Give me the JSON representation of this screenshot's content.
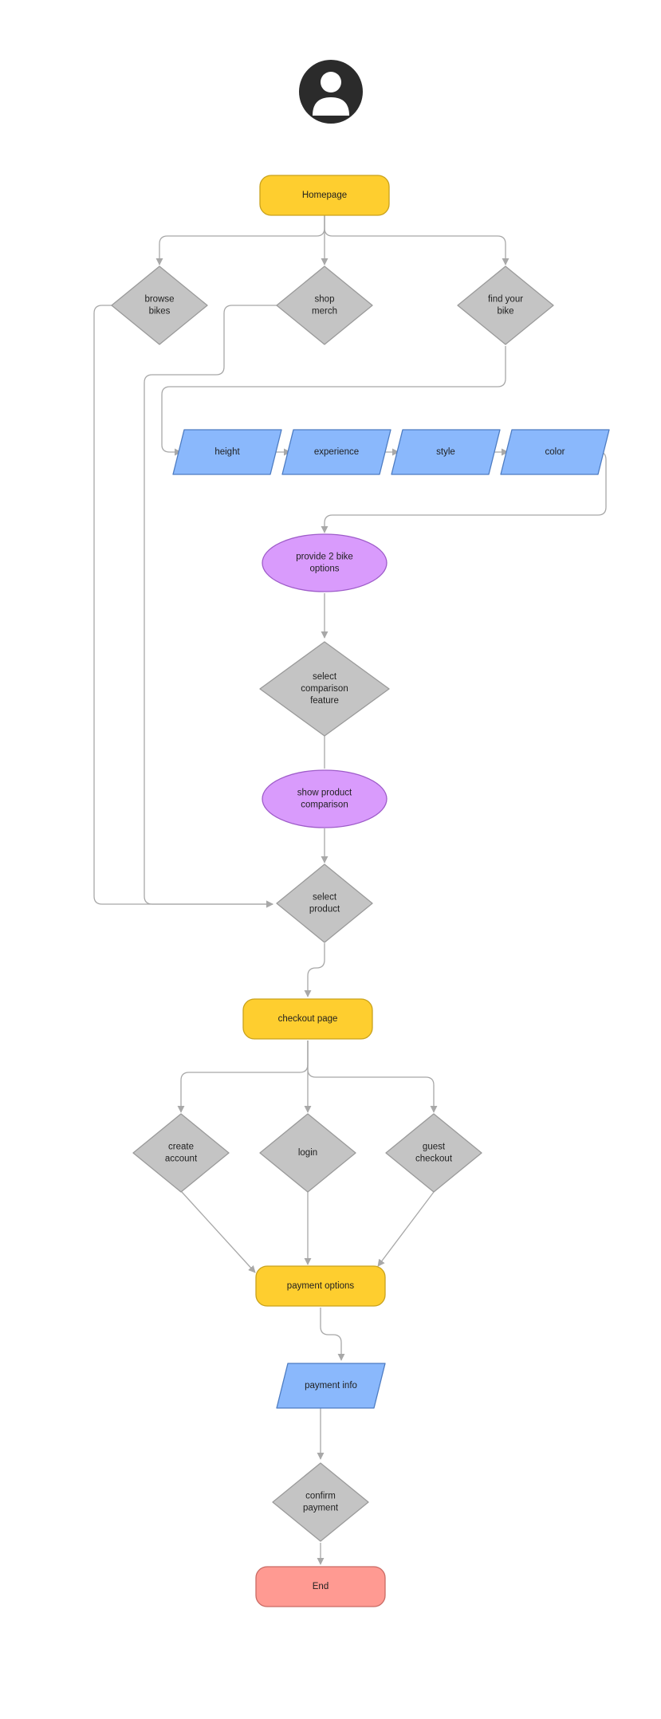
{
  "flowchart": {
    "colors": {
      "terminal": "#FECE2F",
      "terminal_stroke": "#C9A21C",
      "decision": "#C4C4C4",
      "decision_stroke": "#9A9A9A",
      "io": "#8AB8FC",
      "io_stroke": "#4E7CC2",
      "process": "#D99BFC",
      "process_stroke": "#9E5CC9",
      "end": "#FF9A92",
      "end_stroke": "#C96B64",
      "connector": "#A8A8A8",
      "user_icon": "#2B2B2B"
    },
    "icon": "user-avatar-icon",
    "nodes": {
      "homepage": {
        "shape": "terminal",
        "lines": [
          "Homepage"
        ]
      },
      "browse_bikes": {
        "shape": "decision",
        "lines": [
          "browse",
          "bikes"
        ]
      },
      "shop_merch": {
        "shape": "decision",
        "lines": [
          "shop",
          "merch"
        ]
      },
      "find_your_bike": {
        "shape": "decision",
        "lines": [
          "find your",
          "bike"
        ]
      },
      "height": {
        "shape": "io",
        "lines": [
          "height"
        ]
      },
      "experience": {
        "shape": "io",
        "lines": [
          "experience"
        ]
      },
      "style": {
        "shape": "io",
        "lines": [
          "style"
        ]
      },
      "color": {
        "shape": "io",
        "lines": [
          "color"
        ]
      },
      "provide_options": {
        "shape": "process",
        "lines": [
          "provide 2 bike",
          "options"
        ]
      },
      "select_comparison": {
        "shape": "decision",
        "lines": [
          "select",
          "comparison",
          "feature"
        ]
      },
      "show_comparison": {
        "shape": "process",
        "lines": [
          "show product",
          "comparison"
        ]
      },
      "select_product": {
        "shape": "decision",
        "lines": [
          "select",
          "product"
        ]
      },
      "checkout_page": {
        "shape": "terminal",
        "lines": [
          "checkout page"
        ]
      },
      "create_account": {
        "shape": "decision",
        "lines": [
          "create",
          "account"
        ]
      },
      "login": {
        "shape": "decision",
        "lines": [
          "login"
        ]
      },
      "guest_checkout": {
        "shape": "decision",
        "lines": [
          "guest",
          "checkout"
        ]
      },
      "payment_options": {
        "shape": "terminal",
        "lines": [
          "payment options"
        ]
      },
      "payment_info": {
        "shape": "io",
        "lines": [
          "payment info"
        ]
      },
      "confirm_payment": {
        "shape": "decision",
        "lines": [
          "confirm",
          "payment"
        ]
      },
      "end": {
        "shape": "end",
        "lines": [
          "End"
        ]
      }
    }
  }
}
